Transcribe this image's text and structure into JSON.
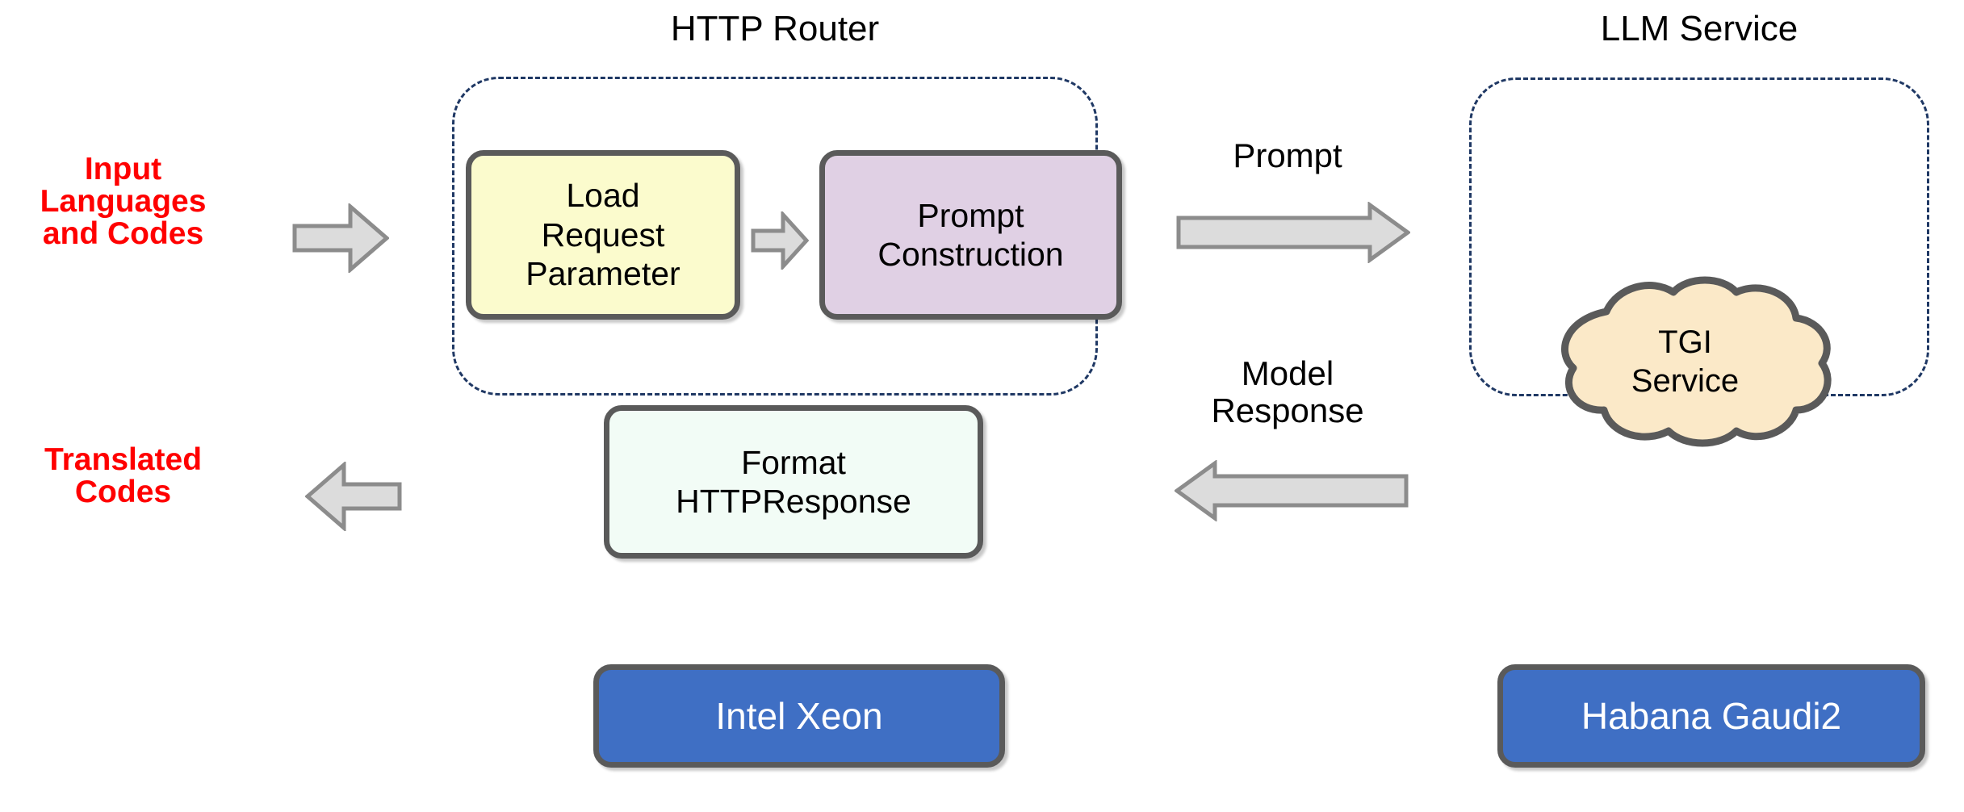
{
  "diagram": {
    "title_http_router": "HTTP Router",
    "title_llm_service": "LLM Service",
    "io": {
      "input_label": "Input\nLanguages\nand Codes",
      "output_label": "Translated\nCodes",
      "color": "#ff0000"
    },
    "boxes": {
      "load_request": {
        "label": "Load\nRequest\nParameter",
        "fill": "#fbfbcd"
      },
      "prompt_construction": {
        "label": "Prompt\nConstruction",
        "fill": "#e0d0e4"
      },
      "format_response": {
        "label": "Format\nHTTPResponse",
        "fill": "#f2fcf6"
      },
      "tgi_service": {
        "label": "TGI\nService",
        "fill": "#fbe9c8"
      }
    },
    "hardware": {
      "left": {
        "label": "Intel Xeon",
        "fill": "#3f6fc4"
      },
      "right": {
        "label": "Habana Gaudi2",
        "fill": "#3f6fc4"
      }
    },
    "connectors": {
      "prompt_label": "Prompt",
      "model_response_label": "Model\nResponse",
      "arrow_fill": "#dcdcdc",
      "arrow_stroke": "#8c8c8c"
    },
    "zone_border_color": "#1f3864",
    "box_border_color": "#5a5a5a"
  }
}
